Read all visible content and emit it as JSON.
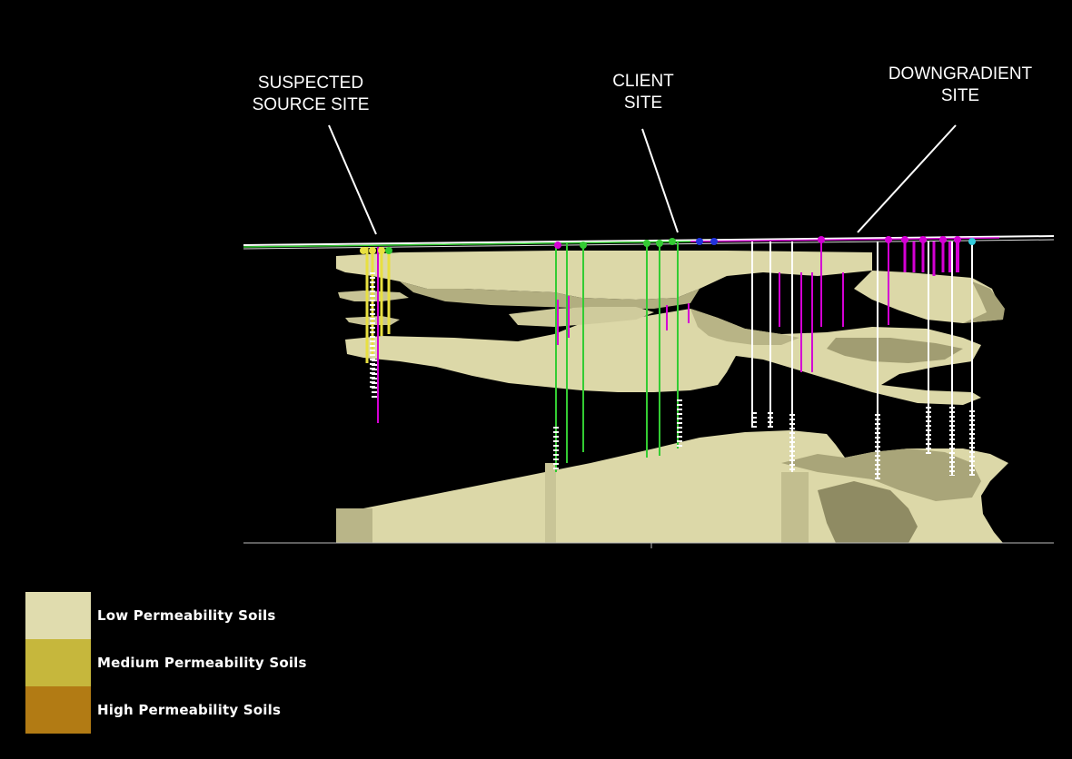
{
  "callouts": {
    "source": {
      "line1": "SUSPECTED",
      "line2": "SOURCE SITE"
    },
    "client": {
      "line1": "CLIENT",
      "line2": "SITE"
    },
    "downgradient": {
      "line1": "DOWNGRADIENT",
      "line2": "SITE"
    }
  },
  "legend": [
    {
      "label": "Low Permeability Soils",
      "color": "#e0dcae"
    },
    {
      "label": "Medium Permeability Soils",
      "color": "#c6b73c"
    },
    {
      "label": "High Permeability Soils",
      "color": "#b27b14"
    }
  ],
  "colors": {
    "background": "#000000",
    "soil_low": "#dcd8a8",
    "soil_shade": "#b9b587",
    "soil_dark": "#8e8b62",
    "well_green": "#33cc33",
    "well_magenta": "#d400d4",
    "well_yellow": "#e8e040",
    "well_white": "#ffffff",
    "marker_cyan": "#33ccdd",
    "marker_blue": "#2233dd"
  }
}
